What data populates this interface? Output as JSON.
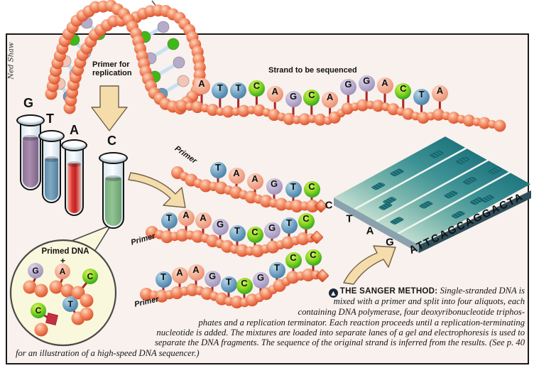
{
  "credit": "Ned Shaw",
  "labels": {
    "primer_for_line1": "Primer for",
    "primer_for_line2": "replication",
    "strand_to_sequence": "Strand to be sequenced",
    "primer": "Primer"
  },
  "palette": {
    "base_A": "#F2A58A",
    "base_T": "#5E93B8",
    "base_C": "#2FA51F",
    "base_G": "#AEA2C6",
    "backbone": "#F2906C",
    "terminator_square": "#C63040",
    "arrow_fill": "#F5DCAB",
    "gel_light": "#BEDCCF",
    "gel_dark": "#1F767E",
    "band": "#13606B",
    "frame_bg": "#F8F1ED"
  },
  "tubes": [
    {
      "label": "G",
      "color": "#9D7EA4"
    },
    {
      "label": "T",
      "color": "#74A0BC"
    },
    {
      "label": "A",
      "color": "#D03030"
    },
    {
      "label": "C",
      "color": "#8FC08F"
    }
  ],
  "sequences": {
    "template": "ATTCAGCAGGACTA",
    "products": [
      "TAAGTC",
      "TAAGTCGTC",
      "TAAGTCGTCC"
    ]
  },
  "inset": {
    "title": "Primed DNA",
    "plus": "+",
    "free_nucleotides": [
      {
        "base": "G"
      },
      {
        "base": "A"
      },
      {
        "base": "C"
      },
      {
        "base": "C",
        "terminator": true
      },
      {
        "base": "T"
      }
    ]
  },
  "gel": {
    "lane_labels": [
      "C",
      "T",
      "A",
      "G"
    ],
    "read_sequence": "ATTCAGCAGGACTA"
  },
  "caption": {
    "icon": "up-arrow-circle-icon",
    "icon_glyph": "▲",
    "lead": "THE SANGER METHOD:",
    "lines": [
      "Single-stranded DNA is",
      "mixed with a primer and split into four aliquots, each",
      "containing DNA polymerase, four deoxyribonucleotide triphos-",
      "phates and a replication terminator. Each reaction proceeds until a replication-terminating",
      "nucleotide is added. The mixtures are loaded into separate lanes of a gel and electrophoresis is used to",
      "separate the DNA fragments. The sequence of the original strand is inferred from the results. (See p. 40",
      "for an illustration of a high-speed DNA sequencer.)"
    ]
  }
}
